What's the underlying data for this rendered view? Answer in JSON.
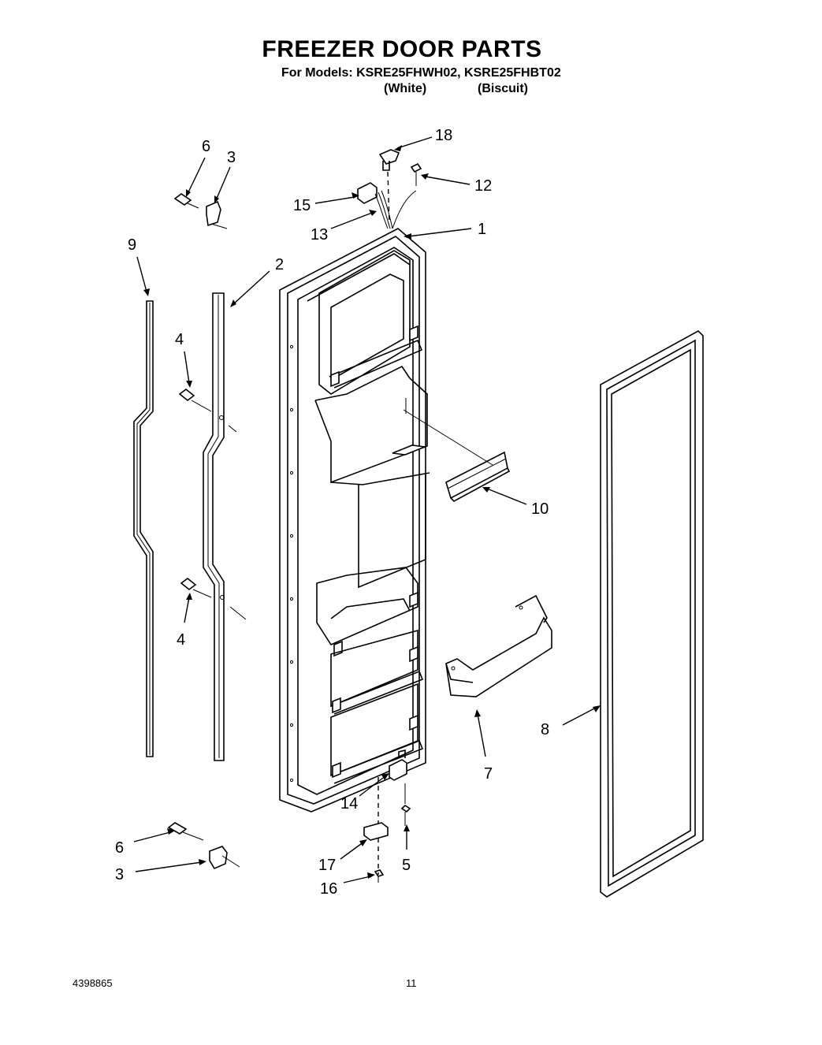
{
  "header": {
    "title": "FREEZER DOOR PARTS",
    "models_line": "For Models: KSRE25FHWH02, KSRE25FHBT02",
    "variant_1": "(White)",
    "variant_2": "(Biscuit)"
  },
  "callouts": {
    "c18": "18",
    "c12": "12",
    "c15": "15",
    "c13": "13",
    "c1": "1",
    "c6_top": "6",
    "c3_top": "3",
    "c9": "9",
    "c2": "2",
    "c4_top": "4",
    "c4_bottom": "4",
    "c10": "10",
    "c8": "8",
    "c7": "7",
    "c14": "14",
    "c6_bottom": "6",
    "c3_bottom": "3",
    "c17": "17",
    "c5": "5",
    "c16": "16"
  },
  "footer": {
    "doc_number": "4398865",
    "page_number": "11"
  }
}
